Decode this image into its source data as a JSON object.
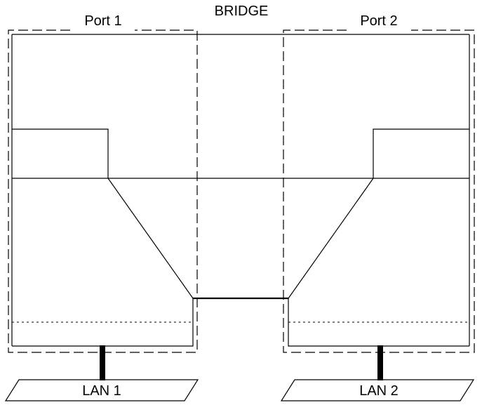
{
  "labels": {
    "bridge": "BRIDGE",
    "port_left": "Port 1",
    "port_right": "Port 2",
    "lan_left": "LAN 1",
    "lan_right": "LAN 2"
  },
  "colors": {
    "stroke": "#000000",
    "background": "#ffffff"
  }
}
